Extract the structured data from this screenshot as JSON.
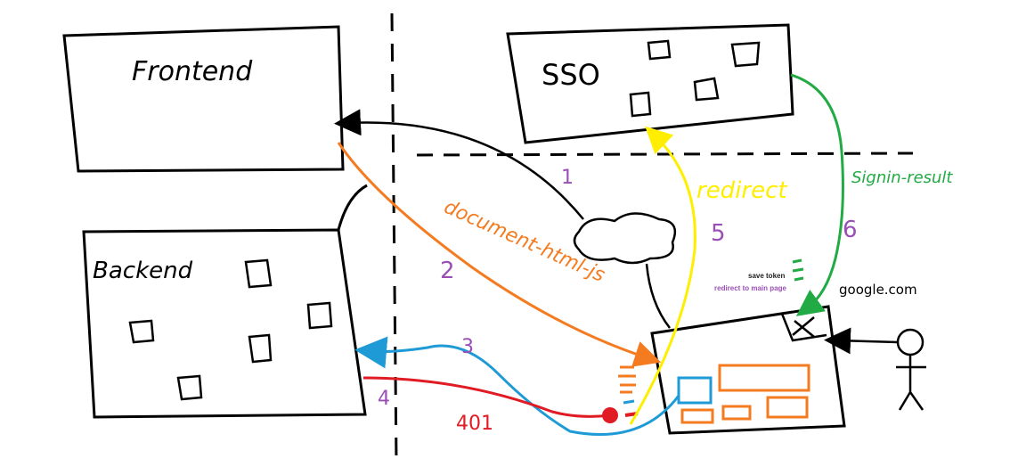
{
  "boxes": {
    "frontend": {
      "label": "Frontend"
    },
    "backend": {
      "label": "Backend"
    },
    "sso": {
      "label": "SSO"
    }
  },
  "labels": {
    "document_html_js": "document-html-js",
    "redirect": "redirect",
    "signin_result": "Signin-result",
    "google_com": "google.com",
    "save_token": "save token",
    "redirect_main": "redirect to main page",
    "code_401": "401"
  },
  "steps": {
    "s1": "1",
    "s2": "2",
    "s3": "3",
    "s4": "4",
    "s5": "5",
    "s6": "6"
  },
  "colors": {
    "ink": "#000000",
    "orange": "#f47b20",
    "yellow": "#ffee00",
    "green": "#22aa44",
    "blue": "#1e9bd7",
    "red": "#e01b24",
    "purple": "#9b4fb6"
  }
}
